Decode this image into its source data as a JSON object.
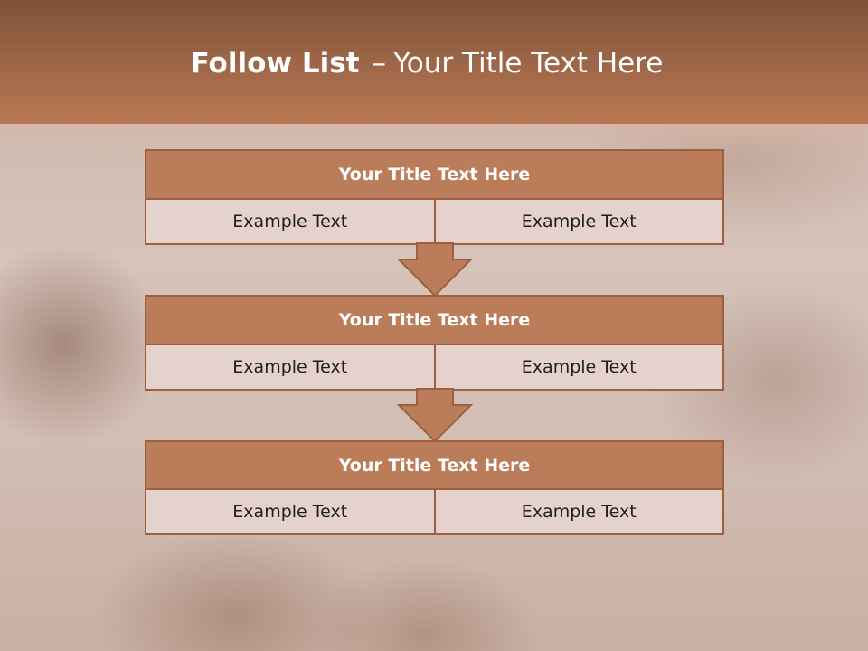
{
  "slide": {
    "title_bold": "Follow List",
    "title_dash": "–",
    "title_rest": "Your Title Text Here"
  },
  "blocks": [
    {
      "title": "Your Title Text Here",
      "left": "Example Text",
      "right": "Example Text"
    },
    {
      "title": "Your Title Text Here",
      "left": "Example Text",
      "right": "Example Text"
    },
    {
      "title": "Your Title Text Here",
      "left": "Example Text",
      "right": "Example Text"
    }
  ],
  "colors": {
    "header": "#9a6447",
    "block_title": "#bb7d59",
    "block_border": "#9c5f3f",
    "cell": "#e6d2cc"
  }
}
